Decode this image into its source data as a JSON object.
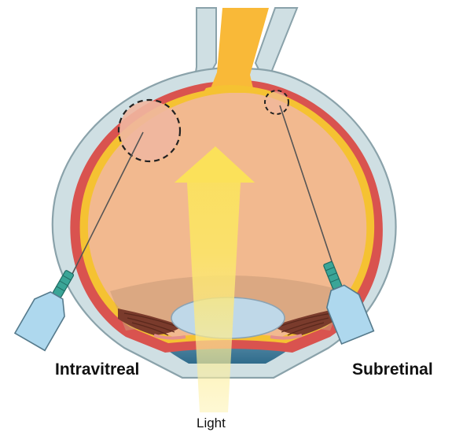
{
  "labels": {
    "left_injection": "Intravitreal",
    "right_injection": "Subretinal",
    "light": "Light"
  },
  "colors": {
    "sclera": "#cfdfe3",
    "sclera_outline": "#8aa2aa",
    "choroid": "#d9534f",
    "retina": "#f5c232",
    "vitreous": "#f2b98f",
    "optic_nerve": "#f9b938",
    "lens": "#bfd8e8",
    "anterior_chamber": "#3f7d9d",
    "needle_hub": "#3aa597",
    "syringe": "#aed8ee",
    "light_beam": "#fbe67a",
    "target_area": "#f0b7a0"
  },
  "icons": [
    "syringe-icon",
    "light-arrow-icon",
    "dashed-circle-icon"
  ]
}
